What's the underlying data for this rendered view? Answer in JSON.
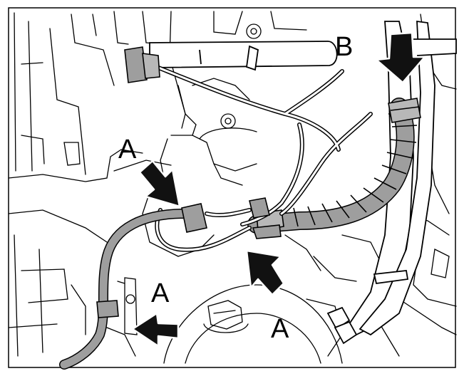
{
  "diagram": {
    "callouts": [
      {
        "id": "A1",
        "text": "A"
      },
      {
        "id": "B1",
        "text": "B"
      },
      {
        "id": "A2",
        "text": "A"
      },
      {
        "id": "A3",
        "text": "A"
      }
    ],
    "colors": {
      "line": "#000000",
      "fill_light": "#ffffff",
      "fill_gray": "#9e9e9e",
      "fill_midgray": "#b8b8b8",
      "arrow": "#111111",
      "background": "#ffffff"
    }
  }
}
